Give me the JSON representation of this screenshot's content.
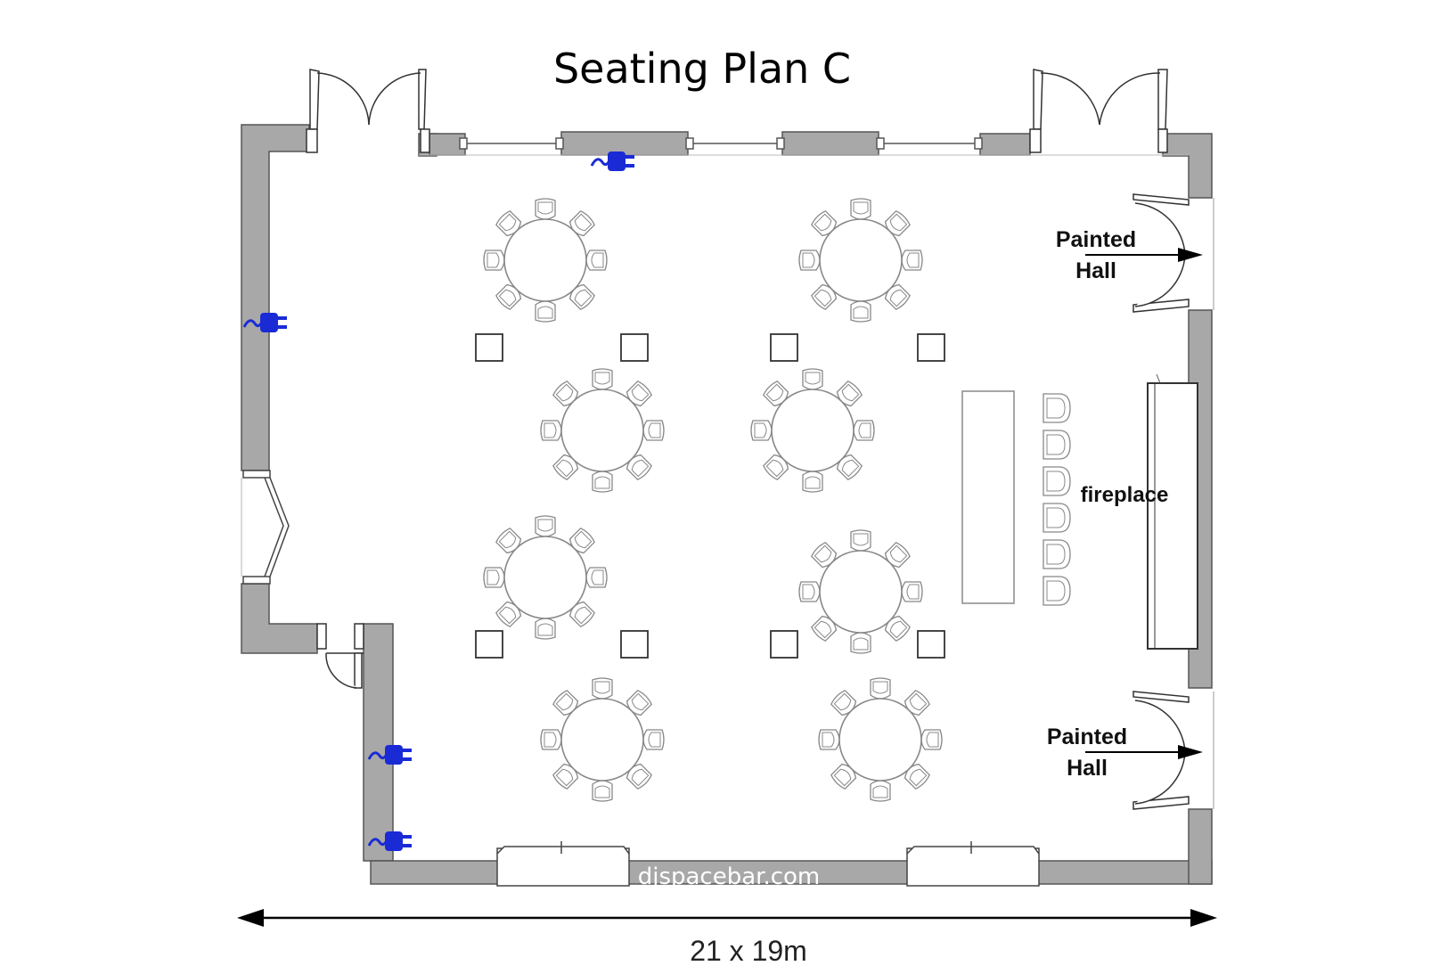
{
  "title": "Seating Plan C",
  "labels": {
    "painted_hall_top": [
      "Painted",
      "Hall"
    ],
    "painted_hall_bottom": [
      "Painted",
      "Hall"
    ],
    "fireplace": "fireplace",
    "watermark": "djspacebar.com",
    "dimensions": "21 x 19m"
  },
  "counts": {
    "round_tables": 8,
    "chairs_per_table": 8,
    "square_tables": 8,
    "top_table_chairs": 6,
    "power_sockets": 4
  },
  "colors": {
    "wall": "#a8a8a8",
    "wall_stroke": "#555555",
    "furniture": "#888888",
    "socket": "#1a2bd6",
    "arrow": "#000000"
  },
  "icons": [
    "power-socket-icon",
    "door-swing-icon",
    "arrow-icon"
  ]
}
